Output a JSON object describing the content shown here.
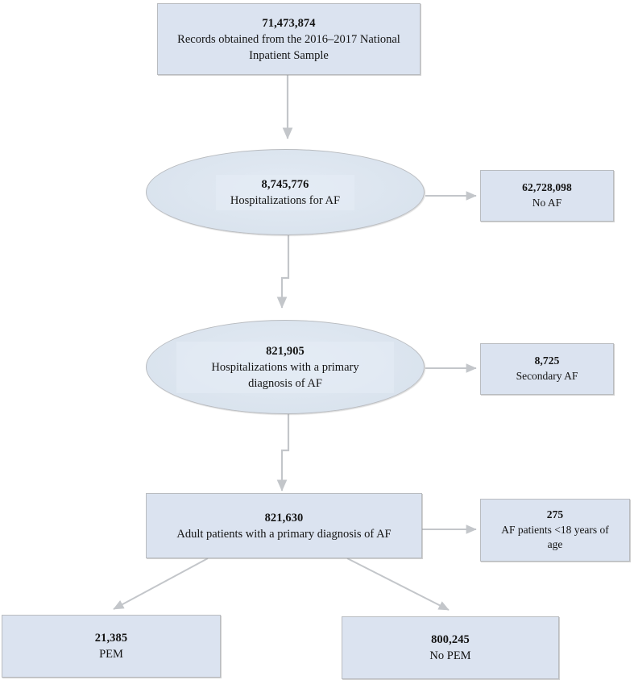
{
  "figure": {
    "type": "flowchart",
    "title": "Study cohort derivation flow diagram",
    "background_color": "#ffffff",
    "node_fill_color": "#dbe3f0",
    "node_border_color": "#b9bcc0",
    "edge_color": "#c3c6ca",
    "text_color": "#141414"
  },
  "nodes": [
    {
      "id": "source-records",
      "shape": "rectangle",
      "count": "71,473,874",
      "label": "Records obtained from the 2016–2017 National Inpatient Sample"
    },
    {
      "id": "af-hospitalizations",
      "shape": "ellipse",
      "count": "8,745,776",
      "label": "Hospitalizations for AF"
    },
    {
      "id": "no-af",
      "shape": "rectangle",
      "count": "62,728,098",
      "label": "No AF"
    },
    {
      "id": "primary-af",
      "shape": "ellipse",
      "count": "821,905",
      "label": "Hospitalizations with a primary diagnosis of AF"
    },
    {
      "id": "secondary-af",
      "shape": "rectangle",
      "count": "8,725",
      "label": "Secondary AF"
    },
    {
      "id": "adult-primary-af",
      "shape": "rectangle",
      "count": "821,630",
      "label": "Adult patients with a primary diagnosis of AF"
    },
    {
      "id": "under-18",
      "shape": "rectangle",
      "count": "275",
      "label": "AF patients <18 years of age"
    },
    {
      "id": "pem",
      "shape": "rectangle",
      "count": "21,385",
      "label": "PEM"
    },
    {
      "id": "no-pem",
      "shape": "rectangle",
      "count": "800,245",
      "label": "No PEM"
    }
  ],
  "edges": [
    {
      "from": "source-records",
      "to": "af-hospitalizations",
      "style": "straight-vertical"
    },
    {
      "from": "af-hospitalizations",
      "to": "no-af",
      "style": "straight-horizontal"
    },
    {
      "from": "af-hospitalizations",
      "to": "primary-af",
      "style": "jogged-vertical"
    },
    {
      "from": "primary-af",
      "to": "secondary-af",
      "style": "straight-horizontal"
    },
    {
      "from": "primary-af",
      "to": "adult-primary-af",
      "style": "jogged-vertical"
    },
    {
      "from": "adult-primary-af",
      "to": "under-18",
      "style": "straight-horizontal"
    },
    {
      "from": "adult-primary-af",
      "to": "pem",
      "style": "diagonal-left"
    },
    {
      "from": "adult-primary-af",
      "to": "no-pem",
      "style": "diagonal-right"
    }
  ]
}
